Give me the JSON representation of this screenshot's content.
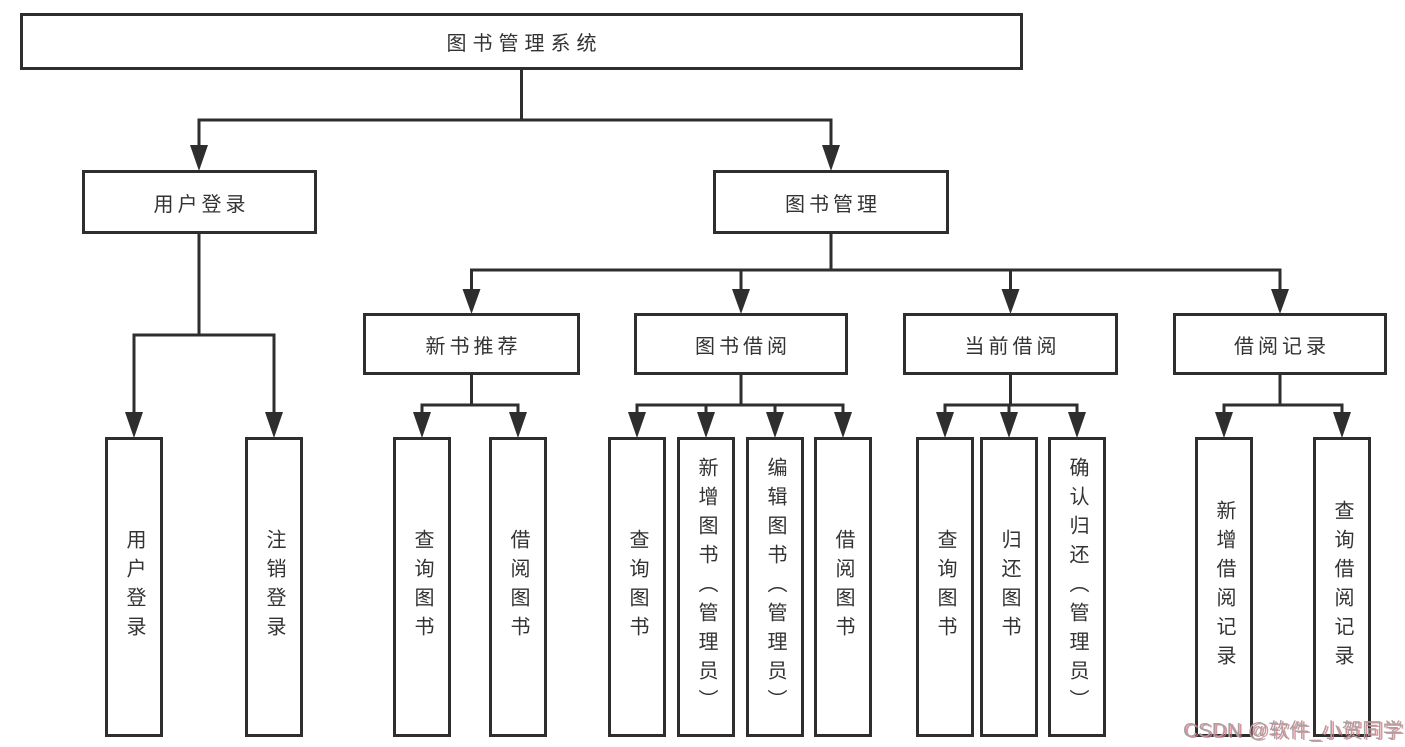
{
  "diagram_type": "hierarchy-tree",
  "colors": {
    "background": "#ffffff",
    "line": "#2e2e2e",
    "box_border": "#2e2e2e",
    "box_fill": "#ffffff",
    "text": "#333333",
    "watermark_gray": "#a3a3a3",
    "watermark_red": "#de6e7a"
  },
  "hierarchy": {
    "label": "图书管理系统",
    "children": [
      {
        "label": "用户登录",
        "children": [
          {
            "label": "用户登录"
          },
          {
            "label": "注销登录"
          }
        ]
      },
      {
        "label": "图书管理",
        "children": [
          {
            "label": "新书推荐",
            "children": [
              {
                "label": "查询图书"
              },
              {
                "label": "借阅图书"
              }
            ]
          },
          {
            "label": "图书借阅",
            "children": [
              {
                "label": "查询图书"
              },
              {
                "label": "新增图书（管理员）"
              },
              {
                "label": "编辑图书（管理员）"
              },
              {
                "label": "借阅图书"
              }
            ]
          },
          {
            "label": "当前借阅",
            "children": [
              {
                "label": "查询图书"
              },
              {
                "label": "归还图书"
              },
              {
                "label": "确认归还（管理员）"
              }
            ]
          },
          {
            "label": "借阅记录",
            "children": [
              {
                "label": "新增借阅记录"
              },
              {
                "label": "查询借阅记录"
              }
            ]
          }
        ]
      }
    ]
  },
  "watermark": {
    "text": "CSDN @软件_小贺同学"
  }
}
